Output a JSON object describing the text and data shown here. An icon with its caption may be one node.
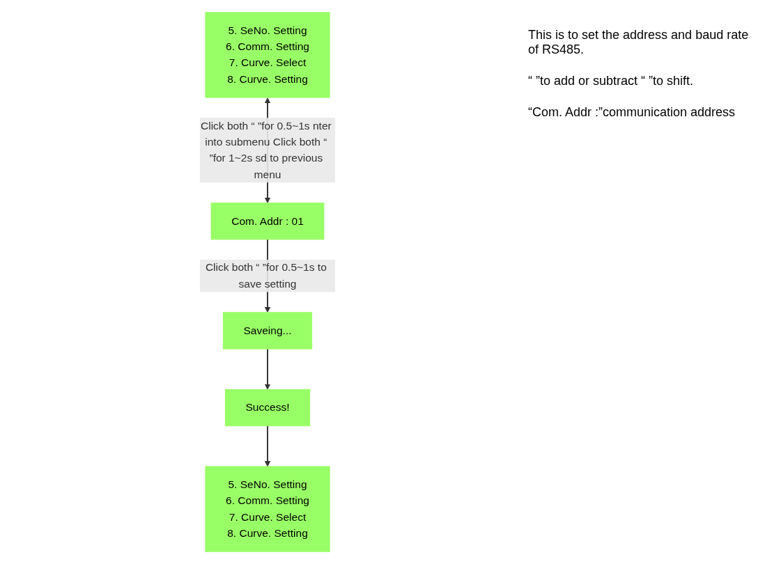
{
  "diagram": {
    "nodes": [
      {
        "text": [
          "5. SeNo. Setting",
          "6. Comm. Setting",
          "7. Curve. Select",
          "8. Curve. Setting"
        ]
      },
      {
        "text": [
          "Com. Addr : 01"
        ]
      },
      {
        "text": [
          "Saveing..."
        ]
      },
      {
        "text": [
          "Success!"
        ]
      },
      {
        "text": [
          "5. SeNo. Setting",
          "6. Comm. Setting",
          "7. Curve. Select",
          "8. Curve. Setting"
        ]
      }
    ],
    "edges": [
      {
        "from": 0,
        "to": 1,
        "arrow": "both",
        "label": "Click both “ ”for 0.5~1s nter into submenu Click both “ ”for 1~2s sd to previous menu"
      },
      {
        "from": 1,
        "to": 2,
        "arrow": "to",
        "label": "Click both “ ”for 0.5~1s to save setting"
      },
      {
        "from": 2,
        "to": 3,
        "arrow": "to"
      },
      {
        "from": 3,
        "to": 4,
        "arrow": "to"
      }
    ],
    "labels": [
      "This is to set the address and baud rate of RS485.",
      "“ ”to add or subtract “ ”to shift.",
      "“Com. Addr :”communication address"
    ]
  }
}
